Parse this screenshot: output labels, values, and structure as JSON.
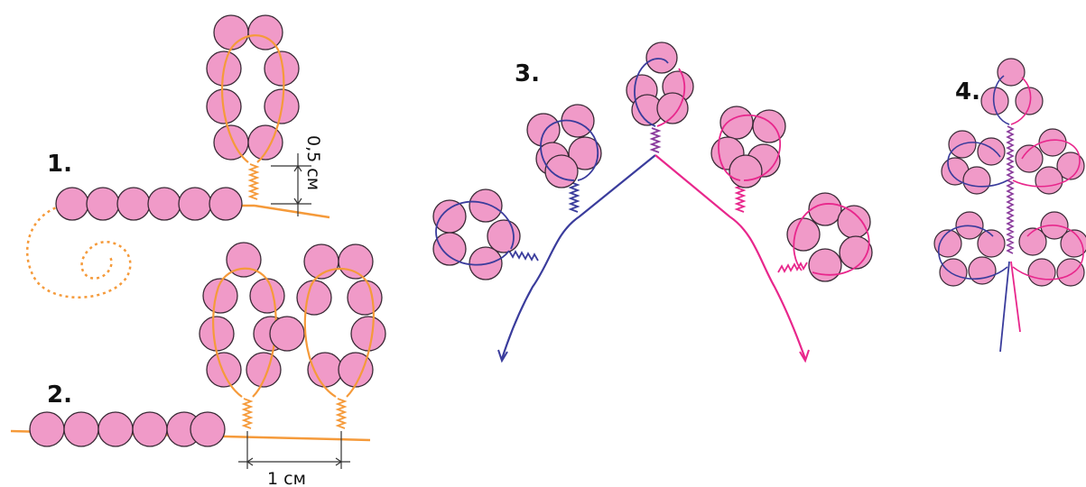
{
  "steps": {
    "s1": "1.",
    "s2": "2.",
    "s3": "3.",
    "s4": "4."
  },
  "dimensions": {
    "loop_stem": "0,5 см",
    "loop_spacing": "1 см"
  },
  "colors": {
    "bead_fill": "#F09AC8",
    "bead_stroke": "#3A2A36",
    "wire_orange": "#F59A3A",
    "wire_blue": "#3A3C9C",
    "wire_magenta": "#E8278C",
    "wire_purple": "#8A3A9C",
    "text": "#111111"
  }
}
